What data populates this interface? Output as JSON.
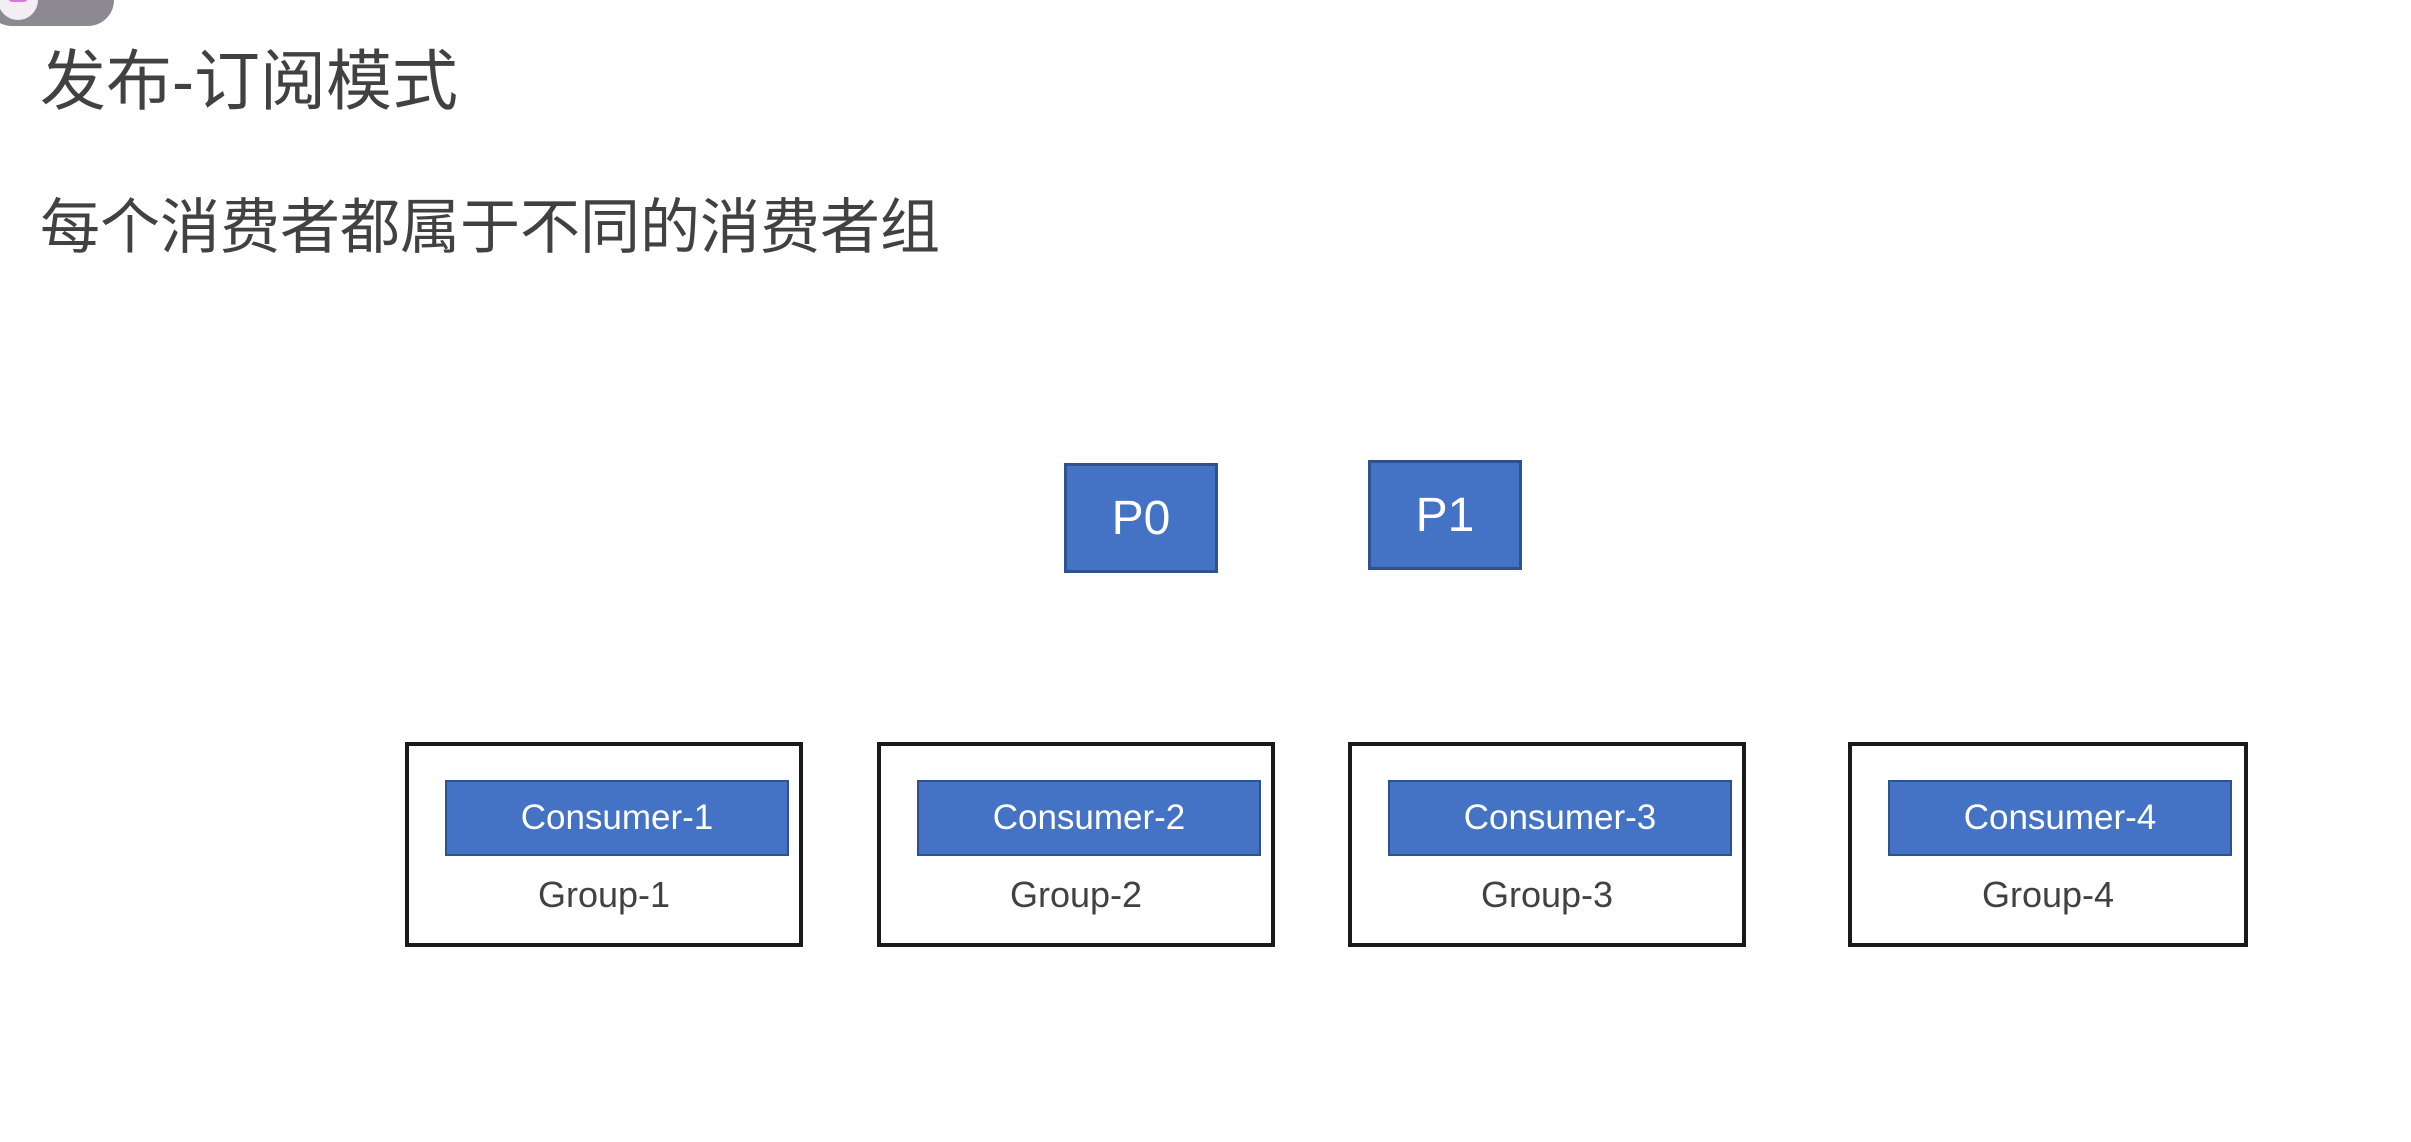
{
  "overlay": {
    "icon": "avatar-circle-icon",
    "text": "··· ···"
  },
  "slide": {
    "title": "发布-订阅模式",
    "subtitle": "每个消费者都属于不同的消费者组",
    "background_color": "#ffffff",
    "text_color": "#414141",
    "accent_color": "#4472c4",
    "accent_border_color": "#2f528f",
    "outline_color": "#1a1a1a"
  },
  "partitions": [
    {
      "label": "P0"
    },
    {
      "label": "P1"
    }
  ],
  "groups": [
    {
      "consumer": "Consumer-1",
      "group": "Group-1"
    },
    {
      "consumer": "Consumer-2",
      "group": "Group-2"
    },
    {
      "consumer": "Consumer-3",
      "group": "Group-3"
    },
    {
      "consumer": "Consumer-4",
      "group": "Group-4"
    }
  ]
}
